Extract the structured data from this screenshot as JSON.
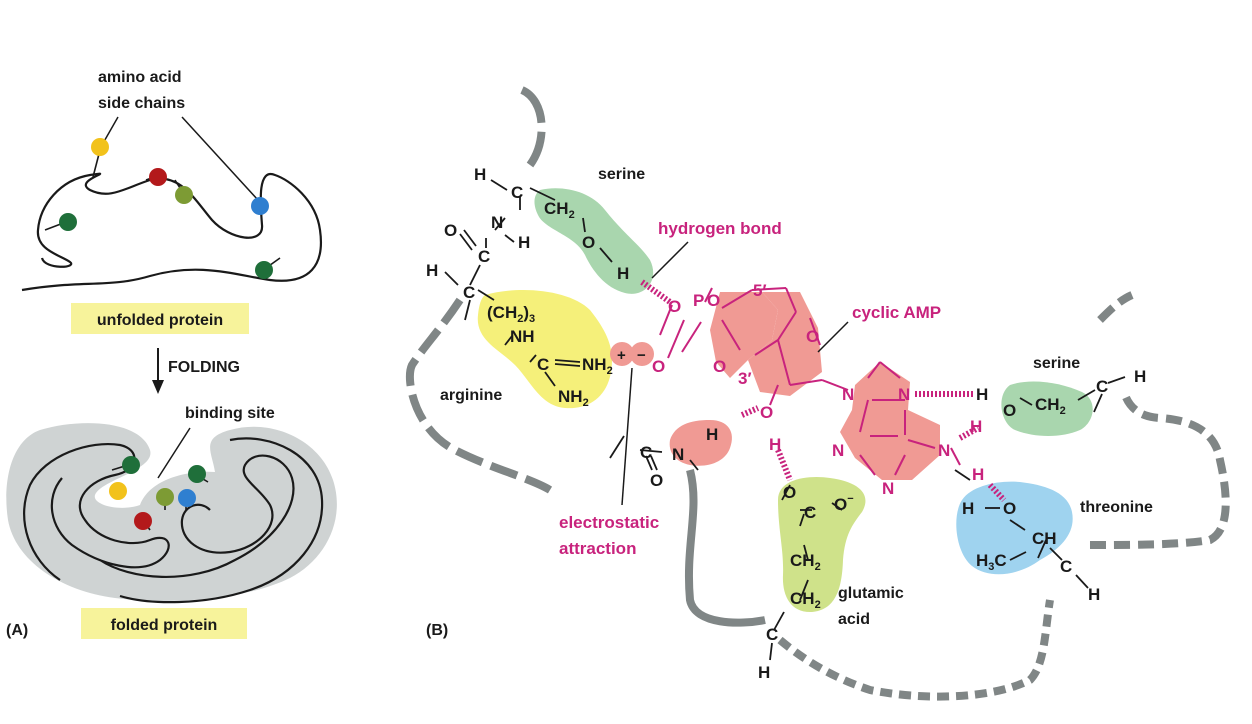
{
  "panel_a": {
    "panel_label": "(A)",
    "side_chains_label_1": "amino acid",
    "side_chains_label_2": "side chains",
    "unfolded_label": "unfolded protein",
    "folding_label": "FOLDING",
    "binding_site_label": "binding site",
    "folded_label": "folded protein"
  },
  "panel_b": {
    "panel_label": "(B)",
    "serine_top": "serine",
    "hydrogen_bond": "hydrogen bond",
    "cyclic_amp": "cyclic AMP",
    "arginine": "arginine",
    "serine_right": "serine",
    "threonine": "threonine",
    "glutamic_1": "glutamic",
    "glutamic_2": "acid",
    "electrostatic_1": "electrostatic",
    "electrostatic_2": "attraction",
    "ring_5prime": "5′",
    "ring_3prime": "3′",
    "plus_sign": "+",
    "minus_sign": "−"
  },
  "colors": {
    "serine": "#a9d6ae",
    "arginine": "#f5f07a",
    "camp": "#f09a94",
    "glutamic": "#cfe28a",
    "threonine": "#9fd3ef",
    "protein_gray": "#cfd3d3",
    "backbone_gray": "#808686",
    "highlight": "#f7f39b",
    "magenta": "#c8237d"
  }
}
